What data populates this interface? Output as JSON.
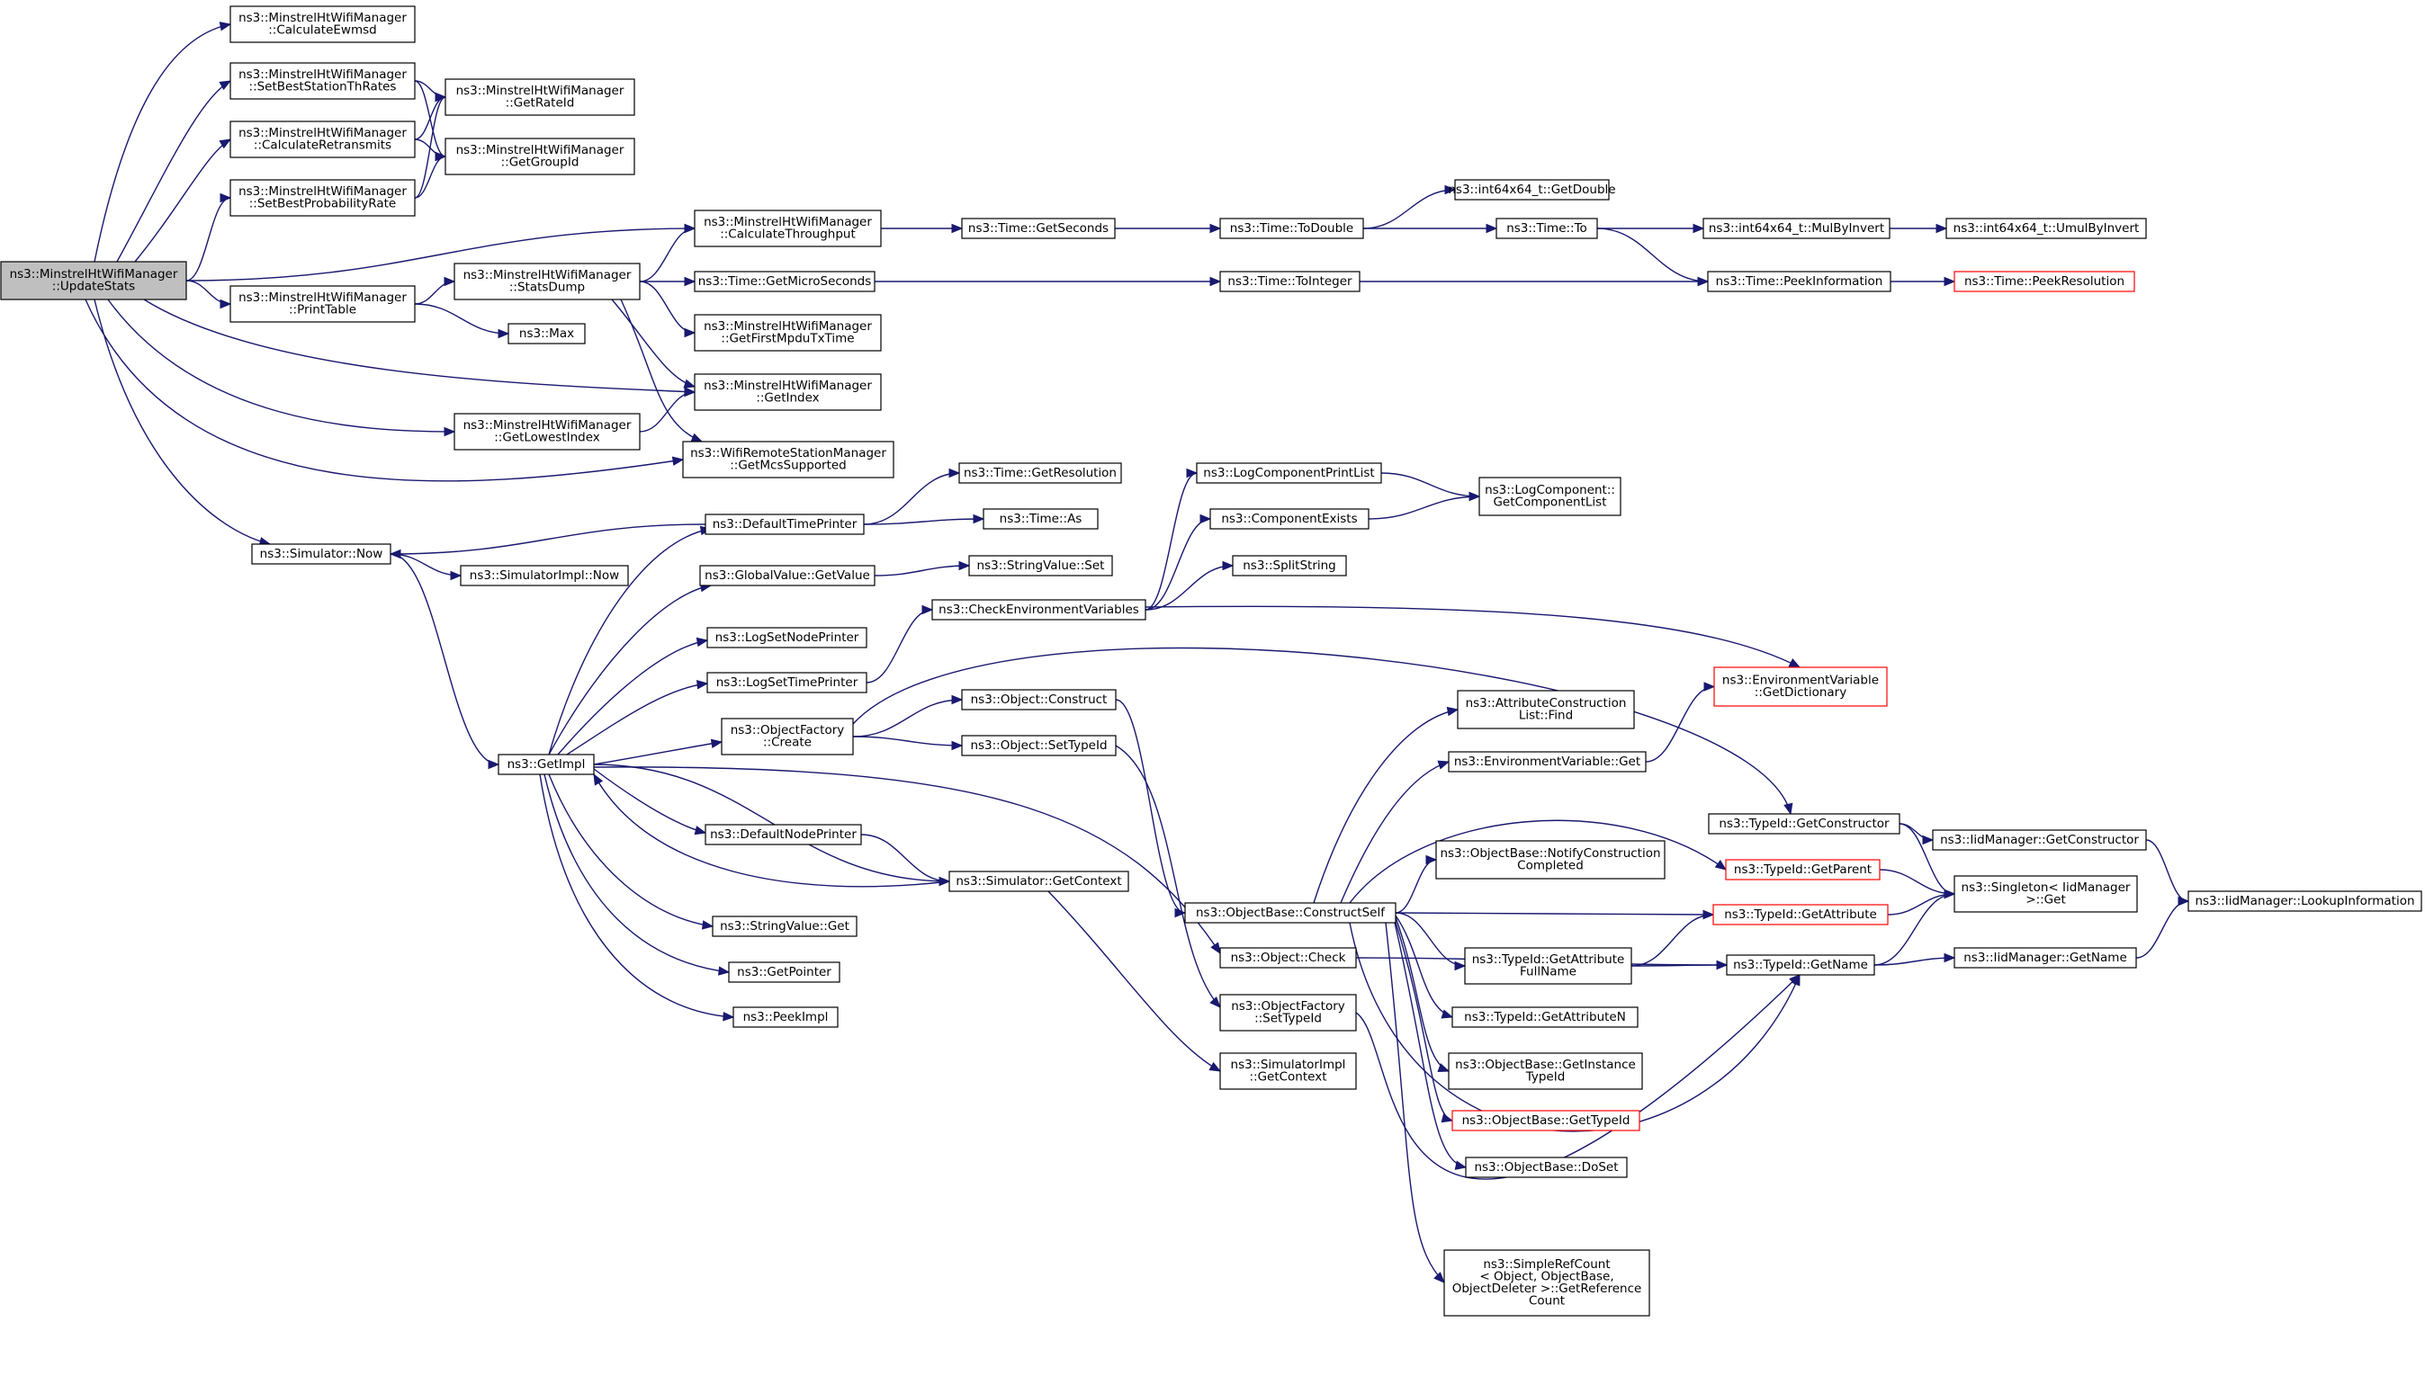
{
  "diagram": {
    "type": "call-graph",
    "colors": {
      "edge": "#191970",
      "root_fill": "#bfbfbf",
      "node_border": "#000000",
      "truncated_border": "#ff0000"
    },
    "nodes": [
      {
        "id": "root",
        "lines": [
          "ns3::MinstrelHtWifiManager",
          "::UpdateStats"
        ],
        "style": "root"
      },
      {
        "id": "ewmsd",
        "lines": [
          "ns3::MinstrelHtWifiManager",
          "::CalculateEwmsd"
        ]
      },
      {
        "id": "setbestth",
        "lines": [
          "ns3::MinstrelHtWifiManager",
          "::SetBestStationThRates"
        ]
      },
      {
        "id": "calcretr",
        "lines": [
          "ns3::MinstrelHtWifiManager",
          "::CalculateRetransmits"
        ]
      },
      {
        "id": "setbestprob",
        "lines": [
          "ns3::MinstrelHtWifiManager",
          "::SetBestProbabilityRate"
        ]
      },
      {
        "id": "getrateid",
        "lines": [
          "ns3::MinstrelHtWifiManager",
          "::GetRateId"
        ]
      },
      {
        "id": "getgroupid",
        "lines": [
          "ns3::MinstrelHtWifiManager",
          "::GetGroupId"
        ]
      },
      {
        "id": "calcthru",
        "lines": [
          "ns3::MinstrelHtWifiManager",
          "::CalculateThroughput"
        ]
      },
      {
        "id": "getseconds",
        "lines": [
          "ns3::Time::GetSeconds"
        ]
      },
      {
        "id": "todouble",
        "lines": [
          "ns3::Time::ToDouble"
        ]
      },
      {
        "id": "getdouble",
        "lines": [
          "ns3::int64x64_t::GetDouble"
        ]
      },
      {
        "id": "timeto",
        "lines": [
          "ns3::Time::To"
        ]
      },
      {
        "id": "mulbyinvert",
        "lines": [
          "ns3::int64x64_t::MulByInvert"
        ]
      },
      {
        "id": "umulbyinvert",
        "lines": [
          "ns3::int64x64_t::UmulByInvert"
        ]
      },
      {
        "id": "printtable",
        "lines": [
          "ns3::MinstrelHtWifiManager",
          "::PrintTable"
        ]
      },
      {
        "id": "statsdump",
        "lines": [
          "ns3::MinstrelHtWifiManager",
          "::StatsDump"
        ]
      },
      {
        "id": "getmicro",
        "lines": [
          "ns3::Time::GetMicroSeconds"
        ]
      },
      {
        "id": "tointeger",
        "lines": [
          "ns3::Time::ToInteger"
        ]
      },
      {
        "id": "peekinfo",
        "lines": [
          "ns3::Time::PeekInformation"
        ]
      },
      {
        "id": "peekres",
        "lines": [
          "ns3::Time::PeekResolution"
        ],
        "style": "red"
      },
      {
        "id": "max",
        "lines": [
          "ns3::Max"
        ]
      },
      {
        "id": "getfirstmpdu",
        "lines": [
          "ns3::MinstrelHtWifiManager",
          "::GetFirstMpduTxTime"
        ]
      },
      {
        "id": "getindex",
        "lines": [
          "ns3::MinstrelHtWifiManager",
          "::GetIndex"
        ]
      },
      {
        "id": "getlowest",
        "lines": [
          "ns3::MinstrelHtWifiManager",
          "::GetLowestIndex"
        ]
      },
      {
        "id": "getmcs",
        "lines": [
          "ns3::WifiRemoteStationManager",
          "::GetMcsSupported"
        ]
      },
      {
        "id": "simnow",
        "lines": [
          "ns3::Simulator::Now"
        ]
      },
      {
        "id": "simimplnow",
        "lines": [
          "ns3::SimulatorImpl::Now"
        ]
      },
      {
        "id": "deftimeprinter",
        "lines": [
          "ns3::DefaultTimePrinter"
        ]
      },
      {
        "id": "getresolution",
        "lines": [
          "ns3::Time::GetResolution"
        ]
      },
      {
        "id": "timeas",
        "lines": [
          "ns3::Time::As"
        ]
      },
      {
        "id": "globalget",
        "lines": [
          "ns3::GlobalValue::GetValue"
        ]
      },
      {
        "id": "strvalset",
        "lines": [
          "ns3::StringValue::Set"
        ]
      },
      {
        "id": "logsetnode",
        "lines": [
          "ns3::LogSetNodePrinter"
        ]
      },
      {
        "id": "logsettime",
        "lines": [
          "ns3::LogSetTimePrinter"
        ]
      },
      {
        "id": "checkenv",
        "lines": [
          "ns3::CheckEnvironmentVariables"
        ]
      },
      {
        "id": "logcompprint",
        "lines": [
          "ns3::LogComponentPrintList"
        ]
      },
      {
        "id": "compexists",
        "lines": [
          "ns3::ComponentExists"
        ]
      },
      {
        "id": "splitstring",
        "lines": [
          "ns3::SplitString"
        ]
      },
      {
        "id": "getcomplist",
        "lines": [
          "ns3::LogComponent::",
          "GetComponentList"
        ]
      },
      {
        "id": "envgetdict",
        "lines": [
          "ns3::EnvironmentVariable",
          "::GetDictionary"
        ],
        "style": "red"
      },
      {
        "id": "getimpl",
        "lines": [
          "ns3::GetImpl"
        ]
      },
      {
        "id": "objfactcreate",
        "lines": [
          "ns3::ObjectFactory",
          "::Create"
        ]
      },
      {
        "id": "objconstruct",
        "lines": [
          "ns3::Object::Construct"
        ]
      },
      {
        "id": "objsettypeid",
        "lines": [
          "ns3::Object::SetTypeId"
        ]
      },
      {
        "id": "attrconstrfind",
        "lines": [
          "ns3::AttributeConstruction",
          "List::Find"
        ]
      },
      {
        "id": "envget",
        "lines": [
          "ns3::EnvironmentVariable::Get"
        ]
      },
      {
        "id": "defnodeprinter",
        "lines": [
          "ns3::DefaultNodePrinter"
        ]
      },
      {
        "id": "simgetctx",
        "lines": [
          "ns3::Simulator::GetContext"
        ]
      },
      {
        "id": "strvalget",
        "lines": [
          "ns3::StringValue::Get"
        ]
      },
      {
        "id": "getpointer",
        "lines": [
          "ns3::GetPointer"
        ]
      },
      {
        "id": "peekimpl",
        "lines": [
          "ns3::PeekImpl"
        ]
      },
      {
        "id": "constructself",
        "lines": [
          "ns3::ObjectBase::ConstructSelf"
        ]
      },
      {
        "id": "notifyconstr",
        "lines": [
          "ns3::ObjectBase::NotifyConstruction",
          "Completed"
        ]
      },
      {
        "id": "getconstructor",
        "lines": [
          "ns3::TypeId::GetConstructor"
        ]
      },
      {
        "id": "iidgetconstr",
        "lines": [
          "ns3::IidManager::GetConstructor"
        ]
      },
      {
        "id": "typeidgetparent",
        "lines": [
          "ns3::TypeId::GetParent"
        ],
        "style": "red"
      },
      {
        "id": "singletonget",
        "lines": [
          "ns3::Singleton< IidManager",
          " >::Get"
        ]
      },
      {
        "id": "lookupinfo",
        "lines": [
          "ns3::IidManager::LookupInformation"
        ]
      },
      {
        "id": "typeidgetattr",
        "lines": [
          "ns3::TypeId::GetAttribute"
        ],
        "style": "red"
      },
      {
        "id": "objcheck",
        "lines": [
          "ns3::Object::Check"
        ]
      },
      {
        "id": "getattrfullname",
        "lines": [
          "ns3::TypeId::GetAttribute",
          "FullName"
        ]
      },
      {
        "id": "typeidgetname",
        "lines": [
          "ns3::TypeId::GetName"
        ]
      },
      {
        "id": "iidgetname",
        "lines": [
          "ns3::IidManager::GetName"
        ]
      },
      {
        "id": "objfactsettypeid",
        "lines": [
          "ns3::ObjectFactory",
          "::SetTypeId"
        ]
      },
      {
        "id": "getattrn",
        "lines": [
          "ns3::TypeId::GetAttributeN"
        ]
      },
      {
        "id": "getinstancetypeid",
        "lines": [
          "ns3::ObjectBase::GetInstance",
          "TypeId"
        ]
      },
      {
        "id": "simimplgetctx",
        "lines": [
          "ns3::SimulatorImpl",
          "::GetContext"
        ]
      },
      {
        "id": "objbasegettypeid",
        "lines": [
          "ns3::ObjectBase::GetTypeId"
        ],
        "style": "red"
      },
      {
        "id": "doset",
        "lines": [
          "ns3::ObjectBase::DoSet"
        ]
      },
      {
        "id": "simplerefcount",
        "lines": [
          "ns3::SimpleRefCount",
          "< Object, ObjectBase,",
          "ObjectDeleter >::GetReference",
          "Count"
        ]
      }
    ],
    "edges": [
      [
        "root",
        "ewmsd"
      ],
      [
        "root",
        "setbestth"
      ],
      [
        "root",
        "calcretr"
      ],
      [
        "root",
        "setbestprob"
      ],
      [
        "root",
        "calcthru"
      ],
      [
        "root",
        "printtable"
      ],
      [
        "root",
        "getindex"
      ],
      [
        "root",
        "getlowest"
      ],
      [
        "root",
        "getmcs"
      ],
      [
        "root",
        "simnow"
      ],
      [
        "setbestth",
        "getrateid"
      ],
      [
        "setbestth",
        "getgroupid"
      ],
      [
        "calcretr",
        "getrateid"
      ],
      [
        "calcretr",
        "getgroupid"
      ],
      [
        "setbestprob",
        "getrateid"
      ],
      [
        "setbestprob",
        "getgroupid"
      ],
      [
        "calcthru",
        "getseconds"
      ],
      [
        "getseconds",
        "todouble"
      ],
      [
        "todouble",
        "getdouble"
      ],
      [
        "todouble",
        "timeto"
      ],
      [
        "timeto",
        "mulbyinvert"
      ],
      [
        "timeto",
        "peekinfo"
      ],
      [
        "mulbyinvert",
        "umulbyinvert"
      ],
      [
        "printtable",
        "statsdump"
      ],
      [
        "printtable",
        "max"
      ],
      [
        "statsdump",
        "calcthru"
      ],
      [
        "statsdump",
        "getmicro"
      ],
      [
        "statsdump",
        "getfirstmpdu"
      ],
      [
        "statsdump",
        "getindex"
      ],
      [
        "statsdump",
        "getmcs"
      ],
      [
        "getmicro",
        "tointeger"
      ],
      [
        "tointeger",
        "peekinfo"
      ],
      [
        "peekinfo",
        "peekres"
      ],
      [
        "getlowest",
        "getindex"
      ],
      [
        "simnow",
        "simimplnow"
      ],
      [
        "simnow",
        "getimpl"
      ],
      [
        "deftimeprinter",
        "simnow"
      ],
      [
        "deftimeprinter",
        "getresolution"
      ],
      [
        "deftimeprinter",
        "timeas"
      ],
      [
        "globalget",
        "strvalset"
      ],
      [
        "logsettime",
        "checkenv"
      ],
      [
        "checkenv",
        "logcompprint"
      ],
      [
        "checkenv",
        "compexists"
      ],
      [
        "checkenv",
        "splitstring"
      ],
      [
        "checkenv",
        "envgetdict"
      ],
      [
        "logcompprint",
        "getcomplist"
      ],
      [
        "compexists",
        "getcomplist"
      ],
      [
        "getimpl",
        "deftimeprinter"
      ],
      [
        "getimpl",
        "globalget"
      ],
      [
        "getimpl",
        "logsetnode"
      ],
      [
        "getimpl",
        "logsettime"
      ],
      [
        "getimpl",
        "objfactcreate"
      ],
      [
        "getimpl",
        "defnodeprinter"
      ],
      [
        "getimpl",
        "simgetctx"
      ],
      [
        "getimpl",
        "strvalget"
      ],
      [
        "getimpl",
        "getpointer"
      ],
      [
        "getimpl",
        "peekimpl"
      ],
      [
        "getimpl",
        "objcheck"
      ],
      [
        "objfactcreate",
        "objconstruct"
      ],
      [
        "objfactcreate",
        "objsettypeid"
      ],
      [
        "objfactcreate",
        "getconstructor"
      ],
      [
        "objconstruct",
        "constructself"
      ],
      [
        "objsettypeid",
        "objfactsettypeid"
      ],
      [
        "defnodeprinter",
        "simgetctx"
      ],
      [
        "simgetctx",
        "getimpl"
      ],
      [
        "simgetctx",
        "simimplgetctx"
      ],
      [
        "constructself",
        "attrconstrfind"
      ],
      [
        "constructself",
        "envget"
      ],
      [
        "constructself",
        "notifyconstr"
      ],
      [
        "constructself",
        "typeidgetparent"
      ],
      [
        "constructself",
        "typeidgetattr"
      ],
      [
        "constructself",
        "getattrfullname"
      ],
      [
        "constructself",
        "typeidgetname"
      ],
      [
        "constructself",
        "getattrn"
      ],
      [
        "constructself",
        "getinstancetypeid"
      ],
      [
        "constructself",
        "objbasegettypeid"
      ],
      [
        "constructself",
        "doset"
      ],
      [
        "constructself",
        "simplerefcount"
      ],
      [
        "envget",
        "envgetdict"
      ],
      [
        "getconstructor",
        "iidgetconstr"
      ],
      [
        "getconstructor",
        "singletonget"
      ],
      [
        "iidgetconstr",
        "lookupinfo"
      ],
      [
        "typeidgetparent",
        "singletonget"
      ],
      [
        "typeidgetattr",
        "singletonget"
      ],
      [
        "getattrfullname",
        "typeidgetattr"
      ],
      [
        "getattrfullname",
        "typeidgetname"
      ],
      [
        "typeidgetname",
        "singletonget"
      ],
      [
        "typeidgetname",
        "iidgetname"
      ],
      [
        "iidgetname",
        "lookupinfo"
      ],
      [
        "objcheck",
        "typeidgetname"
      ],
      [
        "objfactsettypeid",
        "typeidgetname"
      ]
    ]
  }
}
